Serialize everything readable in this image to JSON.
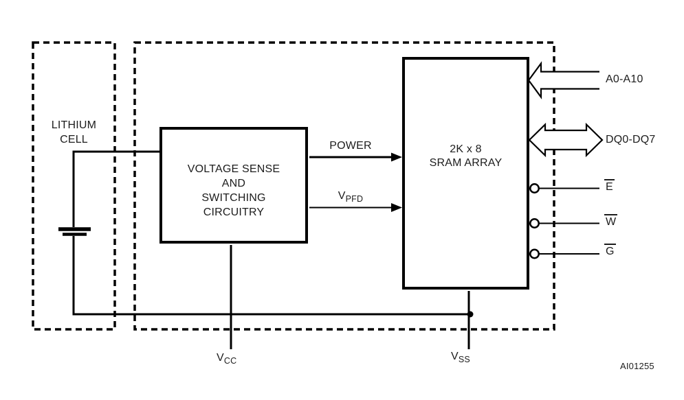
{
  "blocks": {
    "lithium_cell": {
      "label": "LITHIUM\nCELL"
    },
    "voltage_sense": {
      "label": "VOLTAGE SENSE\nAND\nSWITCHING\nCIRCUITRY"
    },
    "sram_array": {
      "label": "2K x 8\nSRAM ARRAY"
    }
  },
  "signals": {
    "power": {
      "label": "POWER"
    },
    "vpfd": {
      "base": "V",
      "sub": "PFD"
    },
    "vcc": {
      "base": "V",
      "sub": "CC"
    },
    "vss": {
      "base": "V",
      "sub": "SS"
    },
    "address_bus": {
      "label": "A0-A10"
    },
    "data_bus": {
      "label": "DQ0-DQ7"
    },
    "chip_enable": {
      "label": "E",
      "overline": true
    },
    "write_enable": {
      "label": "W",
      "overline": true
    },
    "output_enable": {
      "label": "G",
      "overline": true
    }
  },
  "figure_id": "AI01255",
  "colors": {
    "line": "#000000",
    "text": "#1c1c1c",
    "background": "#ffffff"
  }
}
